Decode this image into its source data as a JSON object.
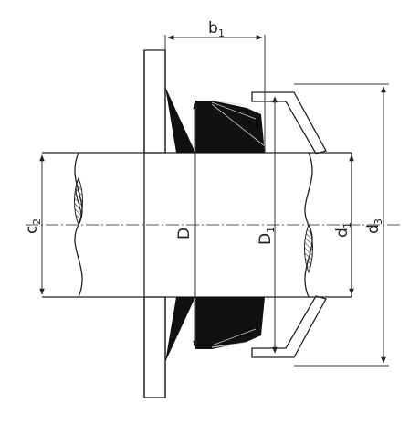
{
  "labels": {
    "b1_main": "b",
    "b1_sub": "1",
    "c2": "c",
    "c2_sub": "2",
    "D": "D",
    "D1_main": "D",
    "D1_sub": "1",
    "d1_main": "d",
    "d1_sub": "1",
    "d3_main": "d",
    "d3_sub": "3"
  },
  "colors": {
    "line": "#222222",
    "seal_fill": "#111111",
    "hatch": "#444444",
    "background": "#ffffff"
  }
}
